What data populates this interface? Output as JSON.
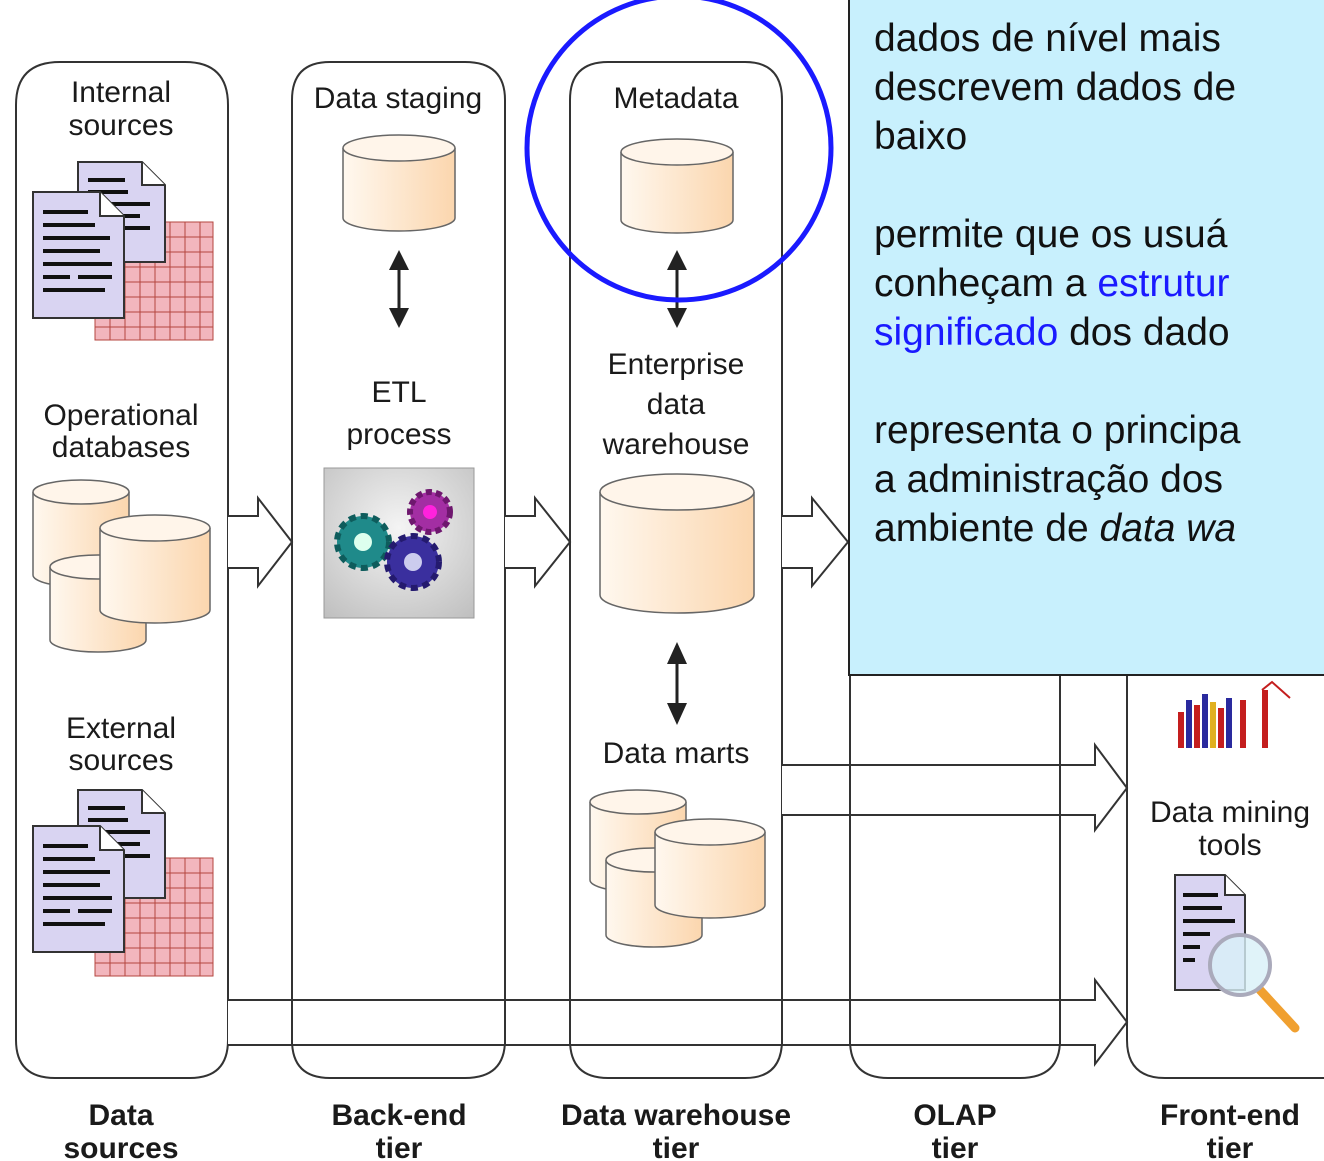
{
  "columns": {
    "data_sources": {
      "internal": [
        "Internal",
        "sources"
      ],
      "operational": [
        "Operational",
        "databases"
      ],
      "external": [
        "External",
        "sources"
      ]
    },
    "back_end": {
      "staging": "Data staging",
      "etl": [
        "ETL",
        "process"
      ]
    },
    "warehouse": {
      "metadata": "Metadata",
      "edw": [
        "Enterprise",
        "data",
        "warehouse"
      ],
      "marts": "Data marts"
    },
    "front_end": {
      "mining": [
        "Data mining",
        "tools"
      ]
    }
  },
  "tiers": {
    "data_sources": [
      "Data",
      "sources"
    ],
    "back_end": [
      "Back-end",
      "tier"
    ],
    "warehouse": [
      "Data warehouse",
      "tier"
    ],
    "olap": [
      "OLAP",
      "tier"
    ],
    "front_end": [
      "Front-end",
      "tier"
    ]
  },
  "note": {
    "p1": [
      "dados de nível mais",
      "descrevem dados de",
      "baixo"
    ],
    "p2_line1": "permite que os usuá",
    "p2_line2_pre": "conheçam a ",
    "p2_line2_hl": "estrutur",
    "p2_line3_hl": "significado",
    "p2_line3_post": " dos dado",
    "p3_line1": "representa o principa",
    "p3_line2": "a administração dos",
    "p3_line3_pre": "ambiente de ",
    "p3_line3_em": "data wa"
  },
  "colors": {
    "highlight_circle": "#1a1aff",
    "note_background": "#c8f0fd",
    "cylinder_fill": "#fde3c4",
    "document_fill": "#d9d4f2",
    "grid_fill": "#f2b6bd"
  }
}
